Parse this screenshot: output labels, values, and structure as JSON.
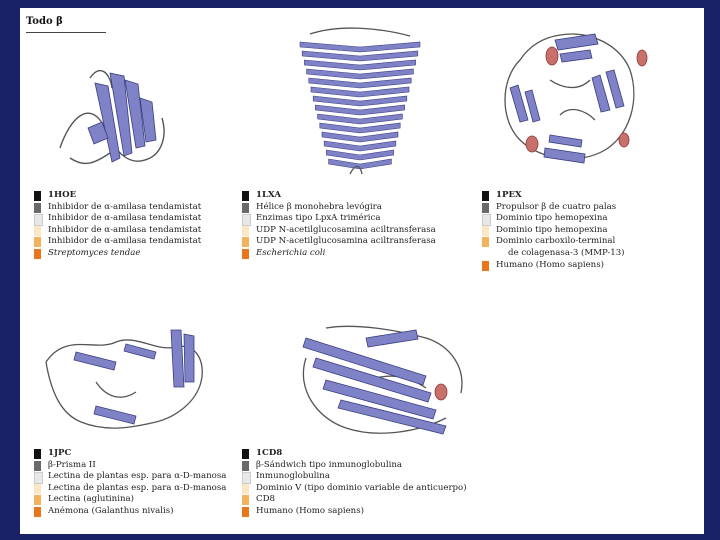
{
  "heading": "Todo β",
  "colors": {
    "background": "#1b2166",
    "page": "#ffffff",
    "ribbon": "#7f82c7",
    "helix": "#c9706a",
    "code_swatch": "#111111",
    "level2": "#6a6a6a",
    "level3": "#e8e8e8",
    "level4": "#fbe7c2",
    "level5": "#f2b35c",
    "level6": "#e8771c"
  },
  "panels": [
    {
      "code": "1HOE",
      "lines": [
        {
          "text": "Inhibidor de α-amilasa tendamistat",
          "level": 2
        },
        {
          "text": "Inhibidor de α-amilasa tendamistat",
          "level": 3
        },
        {
          "text": "Inhibidor de α-amilasa tendamistat",
          "level": 4
        },
        {
          "text": "Inhibidor de α-amilasa tendamistat",
          "level": 5
        },
        {
          "text": "Streptomyces tendae",
          "level": 6,
          "italic": true
        }
      ]
    },
    {
      "code": "1LXA",
      "lines": [
        {
          "text": "Hélice β monohebra levógira",
          "level": 2
        },
        {
          "text": "Enzimas tipo LpxA trimérica",
          "level": 3
        },
        {
          "text": "UDP N-acetilglucosamina aciltransferasa",
          "level": 4
        },
        {
          "text": "UDP N-acetilglucosamina aciltransferasa",
          "level": 5
        },
        {
          "text": "Escherichia coli",
          "level": 6,
          "italic": true
        }
      ]
    },
    {
      "code": "1PEX",
      "lines": [
        {
          "text": "Propulsor β de cuatro palas",
          "level": 2
        },
        {
          "text": "Dominio tipo hemopexina",
          "level": 3
        },
        {
          "text": "Dominio tipo hemopexina",
          "level": 4
        },
        {
          "text": "Dominio carboxilo-terminal",
          "level": 5
        },
        {
          "text": "de colagenasa-3 (MMP-13)",
          "level": 0,
          "cont": true
        },
        {
          "text": "Humano (Homo sapiens)",
          "level": 6
        }
      ]
    },
    {
      "code": "1JPC",
      "lines": [
        {
          "text": "β-Prisma II",
          "level": 2
        },
        {
          "text": "Lectina de plantas esp. para α-D-manosa",
          "level": 3
        },
        {
          "text": "Lectina de plantas esp. para α-D-manosa",
          "level": 4
        },
        {
          "text": "Lectina (aglutinina)",
          "level": 5
        },
        {
          "text": "Anémona (Galanthus nivalis)",
          "level": 6
        }
      ]
    },
    {
      "code": "1CD8",
      "lines": [
        {
          "text": "β-Sándwich tipo inmunoglobulina",
          "level": 2
        },
        {
          "text": "Inmunoglobulina",
          "level": 3
        },
        {
          "text": "Dominio V (tipo dominio variable de anticuerpo)",
          "level": 4
        },
        {
          "text": "CD8",
          "level": 5
        },
        {
          "text": "Humano (Homo sapiens)",
          "level": 6
        }
      ]
    }
  ]
}
